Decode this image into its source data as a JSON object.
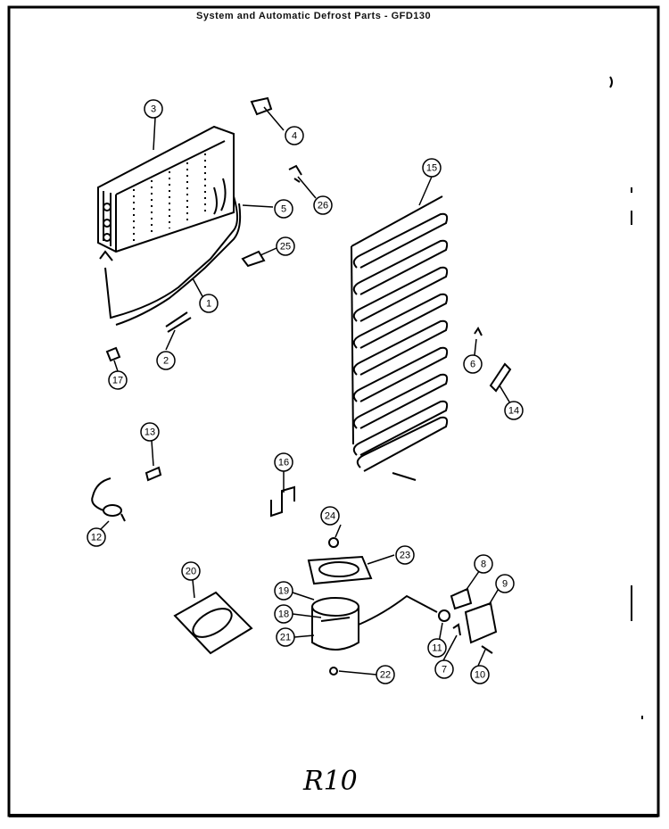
{
  "header": {
    "title": "System and Automatic Defrost Parts - GFD130"
  },
  "footer": {
    "handwritten_mark": "R10"
  },
  "diagram": {
    "colors": {
      "ink": "#000000",
      "paper": "#ffffff"
    },
    "callouts": [
      {
        "id": "1",
        "label": "1"
      },
      {
        "id": "2",
        "label": "2"
      },
      {
        "id": "3",
        "label": "3"
      },
      {
        "id": "4",
        "label": "4"
      },
      {
        "id": "5",
        "label": "5"
      },
      {
        "id": "6",
        "label": "6"
      },
      {
        "id": "7",
        "label": "7"
      },
      {
        "id": "8",
        "label": "8"
      },
      {
        "id": "9",
        "label": "9"
      },
      {
        "id": "10",
        "label": "10"
      },
      {
        "id": "11",
        "label": "11"
      },
      {
        "id": "12",
        "label": "12"
      },
      {
        "id": "13",
        "label": "13"
      },
      {
        "id": "14",
        "label": "14"
      },
      {
        "id": "15",
        "label": "15"
      },
      {
        "id": "16",
        "label": "16"
      },
      {
        "id": "17",
        "label": "17"
      },
      {
        "id": "18",
        "label": "18"
      },
      {
        "id": "19",
        "label": "19"
      },
      {
        "id": "20",
        "label": "20"
      },
      {
        "id": "21",
        "label": "21"
      },
      {
        "id": "22",
        "label": "22"
      },
      {
        "id": "23",
        "label": "23"
      },
      {
        "id": "24",
        "label": "24"
      },
      {
        "id": "25",
        "label": "25"
      },
      {
        "id": "26",
        "label": "26"
      }
    ]
  }
}
